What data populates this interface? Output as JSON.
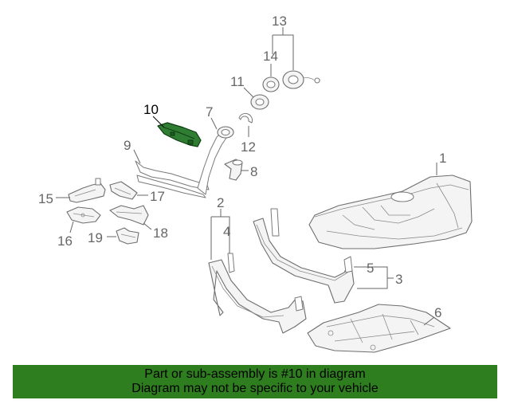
{
  "diagram": {
    "callouts": {
      "c1": "1",
      "c2": "2",
      "c3": "3",
      "c4": "4",
      "c5": "5",
      "c6": "6",
      "c7": "7",
      "c8": "8",
      "c9": "9",
      "c10": "10",
      "c11": "11",
      "c12": "12",
      "c13": "13",
      "c14": "14",
      "c15": "15",
      "c16": "16",
      "c17": "17",
      "c18": "18",
      "c19": "19"
    },
    "highlighted_part": "10",
    "highlight_color": "#2e7d32"
  },
  "banner": {
    "line1": "Part or sub-assembly is #10 in diagram",
    "line2": "Diagram may not be specific to your vehicle",
    "background": "#2e7d1f"
  }
}
